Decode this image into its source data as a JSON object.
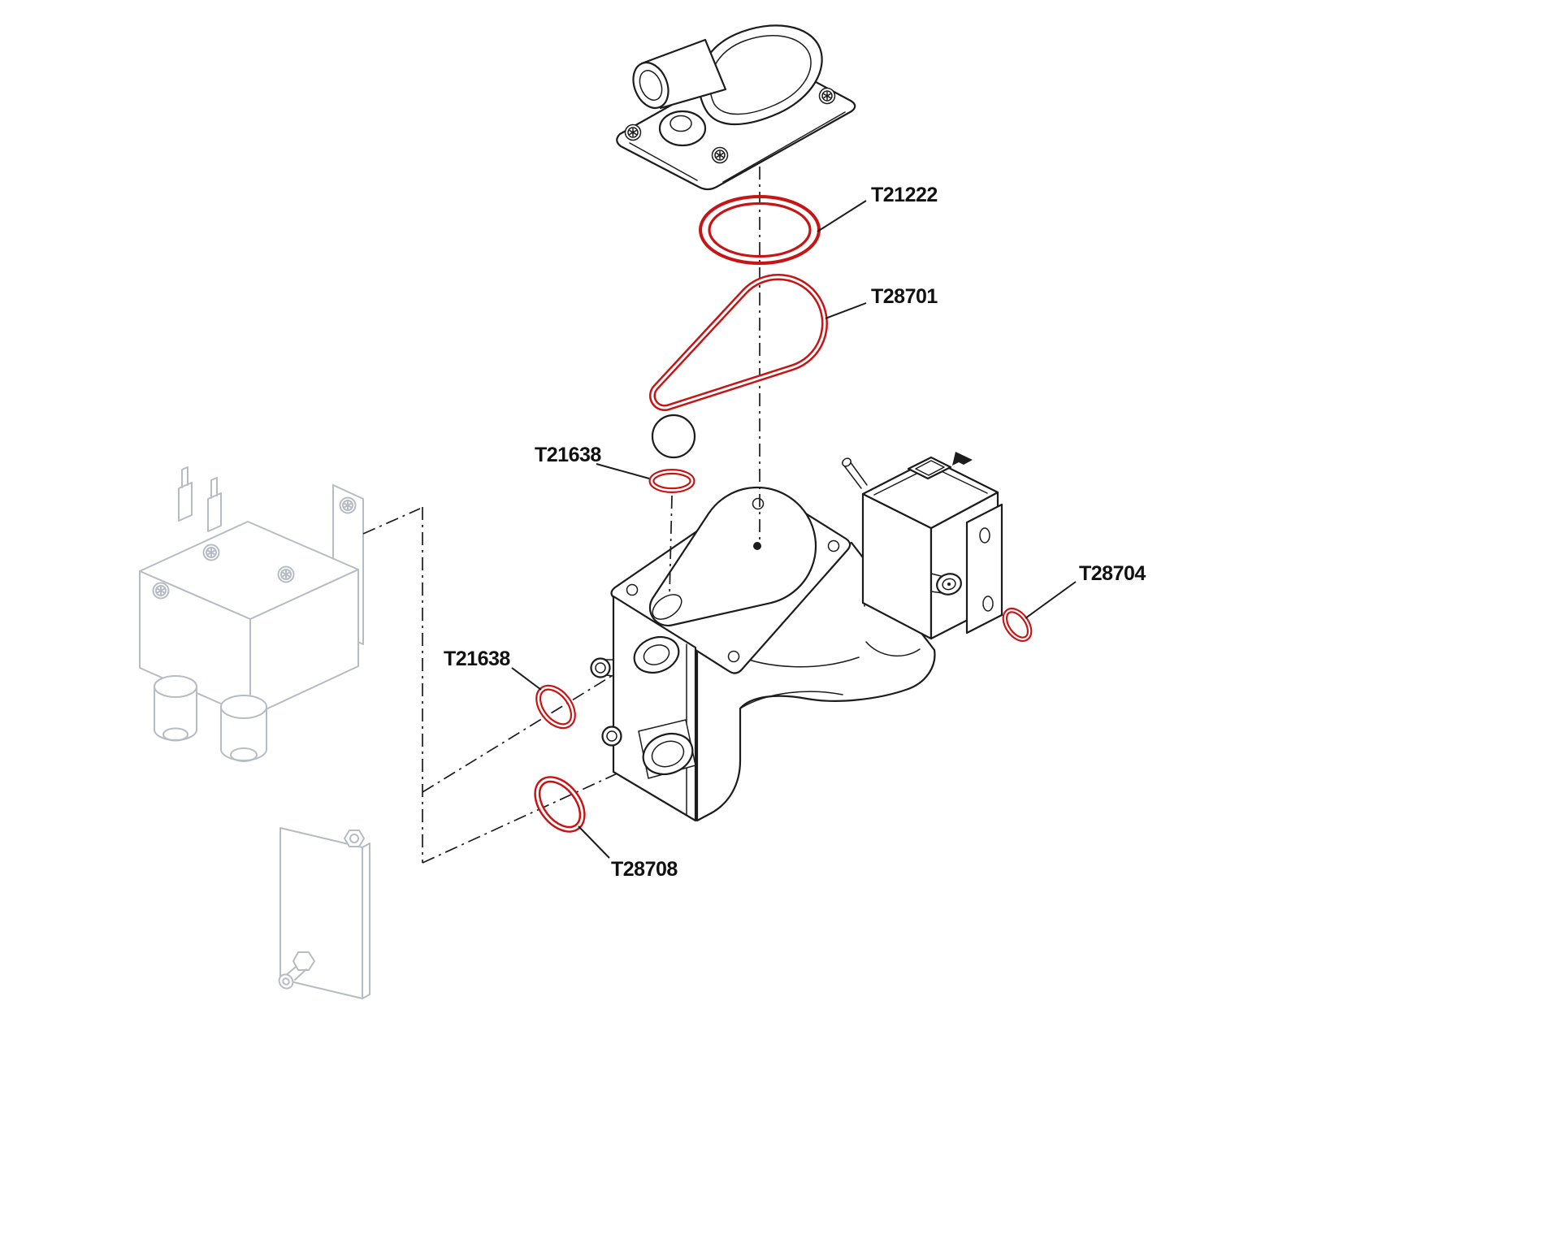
{
  "diagram": {
    "colors": {
      "accent": "#c81414",
      "line": "#1c1c1c",
      "ghost": "#b7bbc4",
      "bg": "#ffffff"
    },
    "parts": [
      {
        "part_number": "T21222"
      },
      {
        "part_number": "T28701"
      },
      {
        "part_number": "T21638"
      },
      {
        "part_number": "T28704"
      },
      {
        "part_number": "T21638"
      },
      {
        "part_number": "T28708"
      }
    ]
  }
}
